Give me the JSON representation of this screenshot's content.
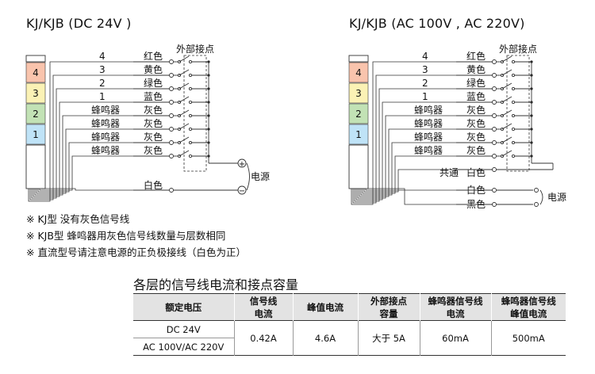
{
  "left": {
    "title": "KJ/KJB (DC 24V )",
    "terminal_label": "外部接点",
    "layers": [
      "4",
      "3",
      "2",
      "1"
    ],
    "wires": [
      {
        "num": "4",
        "color": "红色"
      },
      {
        "num": "3",
        "color": "黄色"
      },
      {
        "num": "2",
        "color": "绿色"
      },
      {
        "num": "1",
        "color": "蓝色"
      },
      {
        "num": "蜂鸣器",
        "color": "灰色"
      },
      {
        "num": "蜂鸣器",
        "color": "灰色"
      },
      {
        "num": "蜂鸣器",
        "color": "灰色"
      },
      {
        "num": "蜂鸣器",
        "color": "灰色"
      }
    ],
    "white": "白色",
    "plus": "+",
    "minus": "−",
    "power": "电源"
  },
  "right": {
    "title": "KJ/KJB (AC 100V , AC 220V)",
    "terminal_label": "外部接点",
    "layers": [
      "4",
      "3",
      "2",
      "1"
    ],
    "wires": [
      {
        "num": "4",
        "color": "红色"
      },
      {
        "num": "3",
        "color": "黄色"
      },
      {
        "num": "2",
        "color": "绿色"
      },
      {
        "num": "1",
        "color": "蓝色"
      },
      {
        "num": "蜂鸣器",
        "color": "灰色"
      },
      {
        "num": "蜂鸣器",
        "color": "灰色"
      },
      {
        "num": "蜂鸣器",
        "color": "灰色"
      },
      {
        "num": "蜂鸣器",
        "color": "灰色"
      }
    ],
    "common": "共通",
    "common_color": "白色",
    "white": "白色",
    "black": "黑色",
    "power": "电源"
  },
  "notes": [
    "※ KJ型 没有灰色信号线",
    "※ KJB型 蜂鸣器用灰色信号线数量与层数相同",
    "※ 直流型号请注意电源的正负极接线（白色为正）"
  ],
  "table": {
    "title": "各层的信号线电流和接点容量",
    "headers": [
      [
        "额定电压"
      ],
      [
        "信号线",
        "电流"
      ],
      [
        "峰值电流"
      ],
      [
        "外部接点",
        "容量"
      ],
      [
        "蜂鸣器信号线",
        "电流"
      ],
      [
        "蜂鸣器信号线",
        "峰值电流"
      ]
    ],
    "voltages": [
      "DC 24V",
      "AC 100V/AC 220V"
    ],
    "values": [
      "0.42A",
      "4.6A",
      "大于 5A",
      "60mA",
      "500mA"
    ]
  },
  "colors": {
    "layer4": "#f9c4ad",
    "layer3": "#fbf2b5",
    "layer2": "#c2e2b5",
    "layer1": "#bfe3f7",
    "header_bg": "#e3e3e3",
    "line": "#333333"
  }
}
